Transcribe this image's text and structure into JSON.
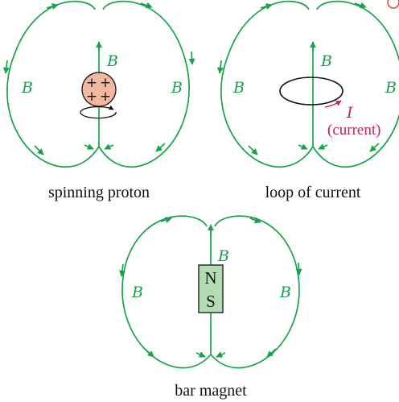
{
  "colors": {
    "field": "#17a34a",
    "proton_fill": "#f2b8a0",
    "magnet_fill": "#b3dcb2",
    "current": "#cc1f4a",
    "text": "#111111"
  },
  "labels": {
    "field": "B",
    "plus": "+",
    "north": "N",
    "south": "S",
    "current_symbol": "I",
    "current_word": "(current)"
  },
  "captions": {
    "proton": "spinning proton",
    "loop": "loop of current",
    "magnet": "bar magnet"
  }
}
